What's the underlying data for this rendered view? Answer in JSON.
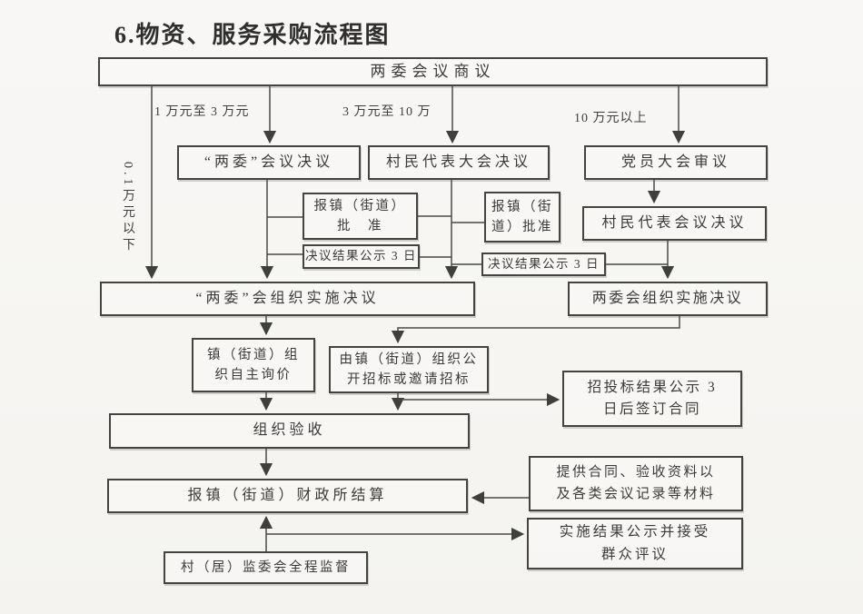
{
  "title": "6.物资、服务采购流程图",
  "colors": {
    "ink": "#44443f",
    "paper": "#f7f6f3",
    "text": "#3a3a3a"
  },
  "nodes": {
    "discuss": "两委会议商议",
    "lw_decision": "“两委”会议决议",
    "villager_congress": "村民代表大会决议",
    "party_congress": "党员大会审议",
    "report_approve_1": "报镇（街道）\n批　准",
    "publicity_1": "决议结果公示 3 日",
    "report_approve_2": "报镇（街\n道）批准",
    "publicity_2": "决议结果公示 3 日",
    "villager_meeting": "村民代表会议决议",
    "lw_implement": "“两委”会组织实施决议",
    "lwh_implement": "两委会组织实施决议",
    "inquiry": "镇（街道）组\n织自主询价",
    "bidding": "由镇（街道）组织公\n开招标或邀请招标",
    "bid_result": "招投标结果公示 3\n日后签订合同",
    "acceptance": "组织验收",
    "settlement": "报镇（街道）财政所结算",
    "materials": "提供合同、验收资料以\n及各类会议记录等材料",
    "result_publicity": "实施结果公示并接受\n群众评议",
    "supervision": "村（居）监委会全程监督"
  },
  "edge_labels": {
    "amount_small": "0.1万元以下",
    "amount_1_3": "1 万元至 3 万元",
    "amount_3_10": "3 万元至 10 万",
    "amount_10plus": "10 万元以上"
  }
}
